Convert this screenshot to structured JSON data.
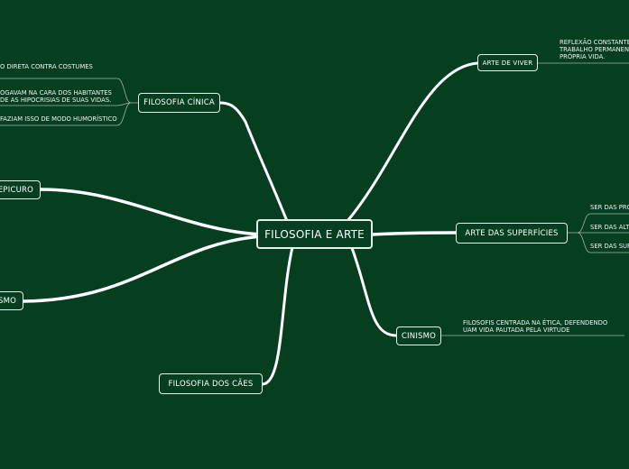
{
  "colors": {
    "background": "#063f20",
    "line": "#ffffff",
    "node_border": "#e6efe9"
  },
  "central": "FILOSOFIA E ARTE",
  "branches": {
    "cinica": {
      "label": "FILOSOFIA CÍNICA",
      "leaves": [
        "O DIRETA CONTRA COSTUMES",
        "OGAVAM NA CARA DOS HABITANTES",
        "DE AS HIPOCRISIAS DE SUAS VIDAS.",
        "FAZIAM ISSO DE MODO HUMORÍSTICO"
      ]
    },
    "epicuro": {
      "label": "EPICURO"
    },
    "ismo": {
      "label": "SMO"
    },
    "caes": {
      "label": "FILOSOFIA DOS  CÃES"
    },
    "viver": {
      "label": "ARTE DE VIVER",
      "leaves": [
        "REFLEXÃO CONSTANTE",
        "TRABALHO PERMANENT",
        "PRÓPRIA VIDA."
      ]
    },
    "superficies": {
      "label": "ARTE DAS SUPERFÍCIES",
      "leaves": [
        "SER DAS PRO",
        "SER DAS ALT",
        "SER DAS SUF"
      ]
    },
    "cinismo": {
      "label": "CINISMO",
      "leaves": [
        "FILOSOFIS CENTRADA NA ÉTICA, DEFENDENDO",
        "UAM VIDA PAUTADA PELA VIRTUDE"
      ]
    }
  }
}
